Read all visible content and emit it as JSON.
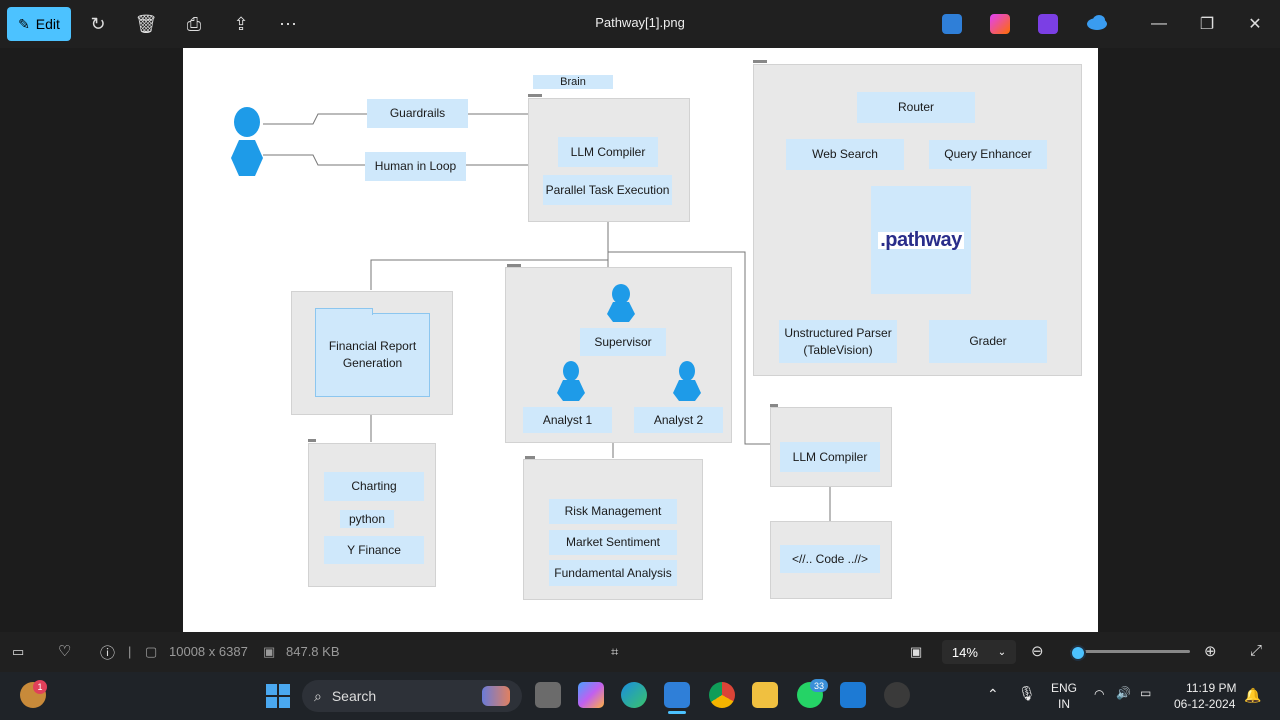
{
  "toolbar": {
    "edit_label": "Edit"
  },
  "window": {
    "title": "Pathway[1].png"
  },
  "diagram": {
    "brain": "Brain",
    "guardrails": "Guardrails",
    "human_in_loop": "Human in Loop",
    "llm_compiler_top": "LLM Compiler",
    "parallel_task": "Parallel Task Execution",
    "router": "Router",
    "web_search": "Web Search",
    "query_enhancer": "Query Enhancer",
    "pathway_logo": ".pathway",
    "unstructured_parser": "Unstructured Parser\n(TableVision)",
    "grader": "Grader",
    "financial_report": "Financial Report\nGeneration",
    "supervisor": "Supervisor",
    "analyst1": "Analyst 1",
    "analyst2": "Analyst 2",
    "llm_compiler_right": "LLM Compiler",
    "code": "<//.. Code ..//>",
    "charting": "Charting",
    "python": "python",
    "y_finance": "Y Finance",
    "risk_mgmt": "Risk Management",
    "market_sentiment": "Market Sentiment",
    "fundamental": "Fundamental Analysis"
  },
  "status": {
    "dimensions": "10008 x 6387",
    "filesize": "847.8 KB",
    "zoom": "14%",
    "zoom_fraction": 0.05
  },
  "taskbar": {
    "search_label": "Search",
    "widget_badge": "1",
    "whatsapp_badge": "33",
    "lang1": "ENG",
    "lang2": "IN",
    "time": "11:19 PM",
    "date": "06-12-2024"
  },
  "colors": {
    "accent": "#4cc2ff",
    "node_fill": "#cfe8fb",
    "person": "#1e9be8",
    "pathway_text": "#2a2d8a"
  }
}
